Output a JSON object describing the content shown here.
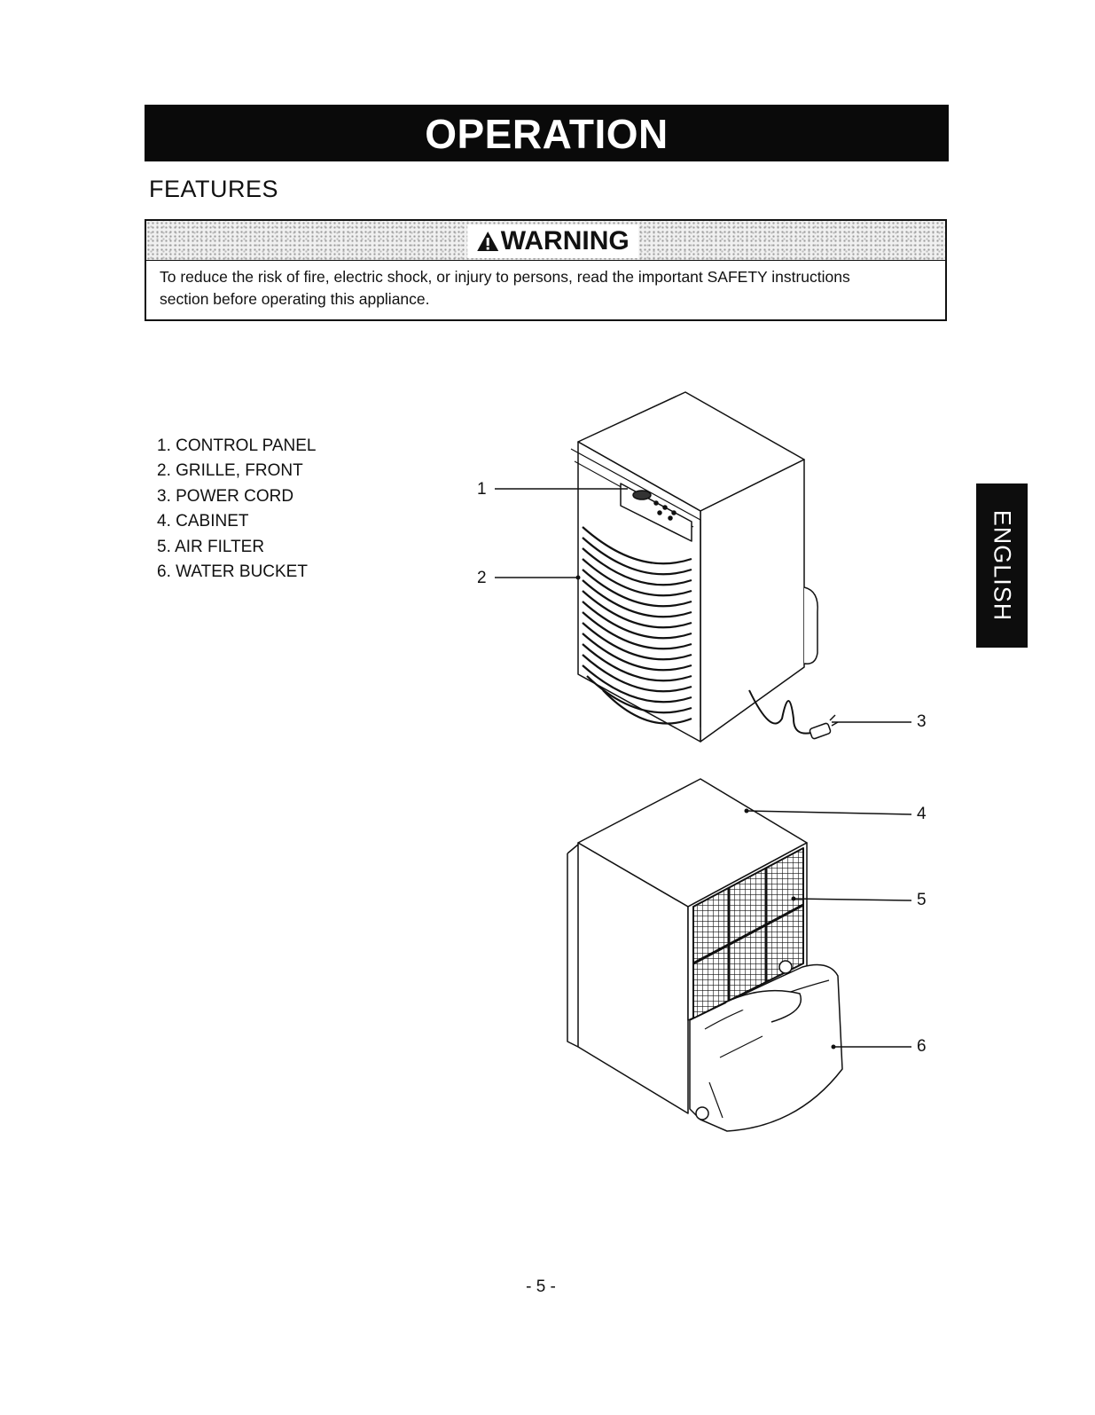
{
  "header": {
    "title": "OPERATION"
  },
  "section": {
    "heading": "FEATURES"
  },
  "warning": {
    "title": "WARNING",
    "icon": "warning-triangle-icon",
    "text": "To reduce the risk of fire, electric shock, or injury to persons, read the important SAFETY instructions section before operating this appliance."
  },
  "parts": [
    "1. CONTROL PANEL",
    "2. GRILLE, FRONT",
    "3. POWER CORD",
    "4. CABINET",
    "5. AIR FILTER",
    "6. WATER BUCKET"
  ],
  "callouts": [
    "1",
    "2",
    "3",
    "4",
    "5",
    "6"
  ],
  "side_tab": {
    "label": "ENGLISH"
  },
  "footer": {
    "page_number": "- 5 -"
  }
}
